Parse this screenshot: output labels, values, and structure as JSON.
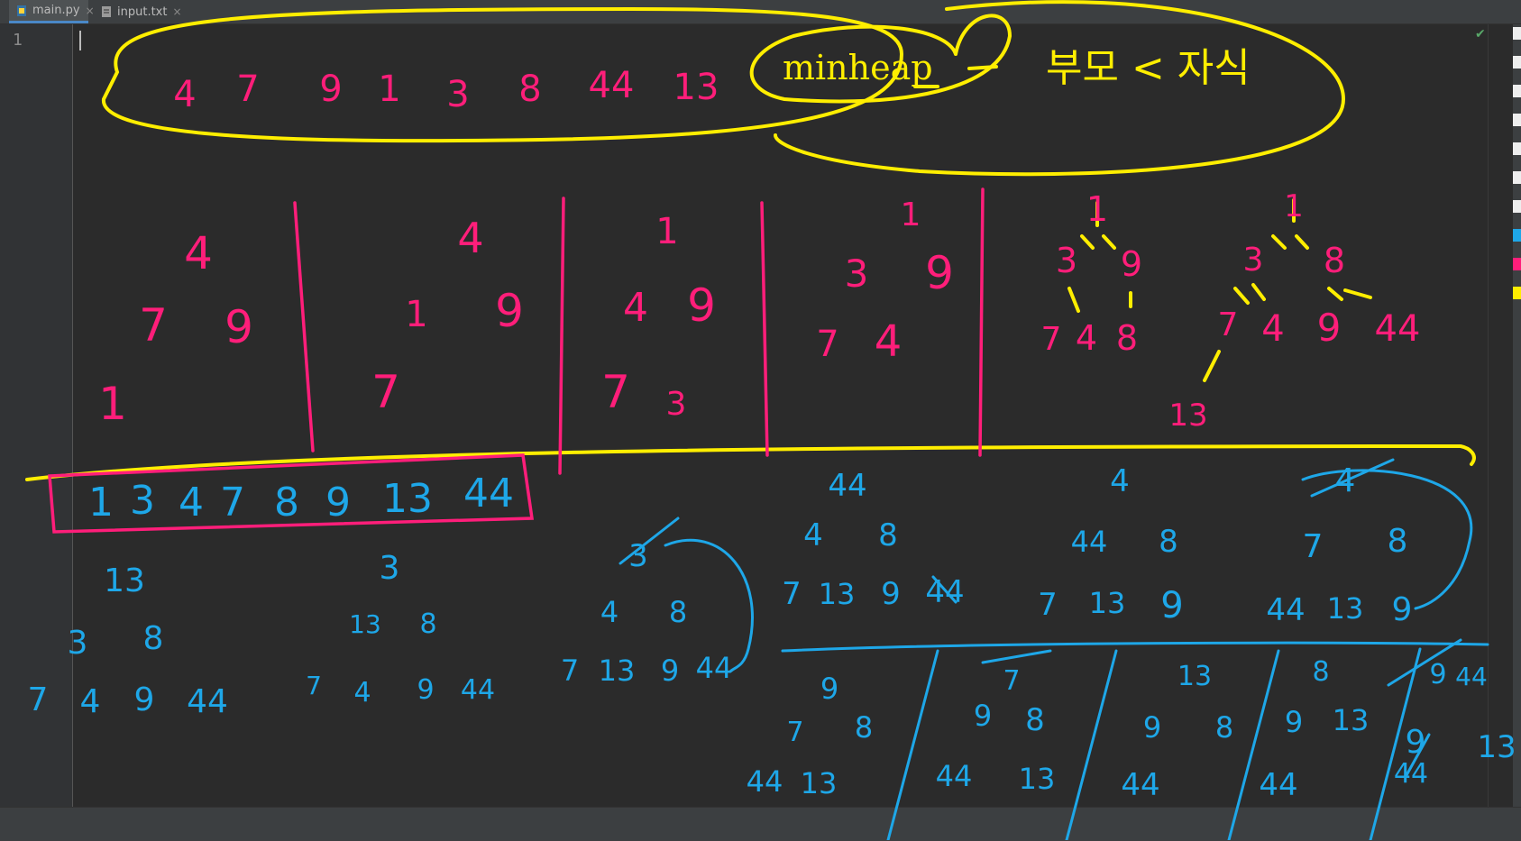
{
  "tabs": [
    {
      "label": "main.py",
      "icon": "python-file-icon",
      "active": true
    },
    {
      "label": "input.txt",
      "icon": "text-file-icon",
      "active": false
    }
  ],
  "editor": {
    "line_number": "1"
  },
  "colors": {
    "pink": "#ff1e7a",
    "yellow": "#ffee00",
    "blue": "#1ea7e8"
  },
  "ink": {
    "input_sequence": [
      "4",
      "7",
      "9",
      "1",
      "3",
      "8",
      "44",
      "13"
    ],
    "title": "minheap",
    "title_note": "부모 < 자식",
    "step1": [
      "4",
      "7",
      "9",
      "1"
    ],
    "step2": [
      "4",
      "1",
      "9",
      "7"
    ],
    "step3": [
      "1",
      "4",
      "9",
      "7",
      "3"
    ],
    "step4": [
      "1",
      "3",
      "9",
      "7",
      "4"
    ],
    "step5": [
      "1",
      "3",
      "9",
      "7",
      "4",
      "8"
    ],
    "step6": [
      "1",
      "3",
      "8",
      "7",
      "4",
      "9",
      "44",
      "13"
    ],
    "sorted": [
      "1",
      "3",
      "4",
      "7",
      "8",
      "9",
      "13",
      "44"
    ],
    "b1": [
      "13",
      "3",
      "8",
      "7",
      "4",
      "9",
      "44"
    ],
    "b2": [
      "3",
      "13",
      "8",
      "7",
      "4",
      "9",
      "44"
    ],
    "b3": [
      "3",
      "4",
      "8",
      "7",
      "13",
      "9",
      "44"
    ],
    "b4": [
      "44",
      "4",
      "8",
      "7",
      "13",
      "9",
      "44"
    ],
    "b5": [
      "4",
      "44",
      "8",
      "7",
      "13",
      "9"
    ],
    "b6": [
      "4",
      "7",
      "8",
      "44",
      "13",
      "9"
    ],
    "c1": [
      "9",
      "7",
      "8",
      "44",
      "13"
    ],
    "c2": [
      "7",
      "9",
      "8",
      "44",
      "13"
    ],
    "c3": [
      "13",
      "9",
      "8",
      "44"
    ],
    "c4": [
      "8",
      "9",
      "13",
      "44"
    ],
    "c5": [
      "9",
      "44",
      "9",
      "44",
      "13"
    ]
  }
}
